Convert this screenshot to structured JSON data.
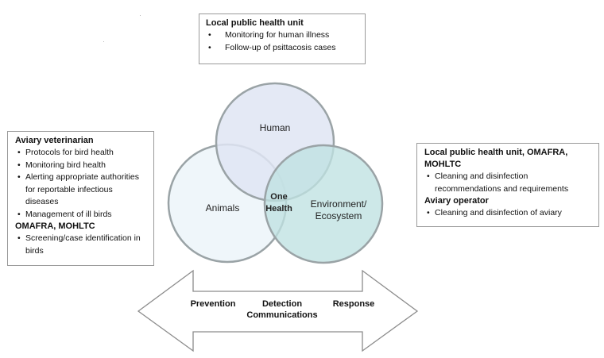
{
  "top_box": {
    "heading": "Local public health unit",
    "items": [
      "Monitoring for human illness",
      "Follow-up of psittacosis cases"
    ]
  },
  "left_box": {
    "sections": [
      {
        "heading": "Aviary veterinarian",
        "items": [
          "Protocols for bird health",
          "Monitoring bird health",
          "Alerting appropriate authorities for reportable infectious diseases",
          "Management of ill birds"
        ]
      },
      {
        "heading": "OMAFRA, MOHLTC",
        "items": [
          "Screening/case identification in birds"
        ]
      }
    ]
  },
  "right_box": {
    "sections": [
      {
        "heading": "Local public health unit, OMAFRA, MOHLTC",
        "items": [
          "Cleaning and disinfection recommendations and requirements"
        ]
      },
      {
        "heading": "Aviary operator",
        "items": [
          "Cleaning and disinfection of aviary"
        ]
      }
    ]
  },
  "venn": {
    "human": {
      "label": "Human",
      "color": "#dfe5f3"
    },
    "animals": {
      "label": "Animals",
      "color": "#eef5fa"
    },
    "environment": {
      "label_line1": "Environment/",
      "label_line2": "Ecosystem",
      "color": "#bfe2e2"
    },
    "center": {
      "line1": "One",
      "line2": "Health"
    },
    "stroke_color": "#9aa3a6"
  },
  "arrow": {
    "labels": {
      "prevention": "Prevention",
      "detection": "Detection",
      "communications": "Communications",
      "response": "Response"
    },
    "stroke_color": "#8c8c8c"
  },
  "bullet_char": "•"
}
